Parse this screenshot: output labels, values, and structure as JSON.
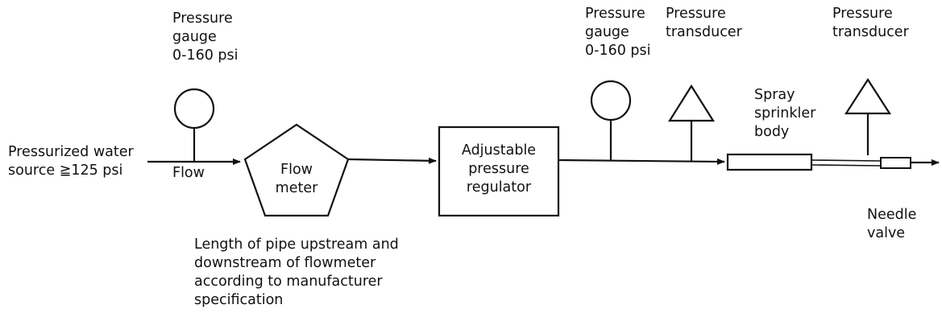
{
  "source": {
    "line1": "Pressurized water",
    "line2": "source ≧125 psi"
  },
  "flow_label": "Flow",
  "gauge_1": {
    "line1": "Pressure",
    "line2": "gauge",
    "line3": "0-160 psi"
  },
  "flow_meter": {
    "line1": "Flow",
    "line2": "meter"
  },
  "pipe_note": {
    "line1": "Length of pipe upstream and",
    "line2": "downstream of flowmeter",
    "line3": "according to manufacturer",
    "line4": "specification"
  },
  "regulator": {
    "line1": "Adjustable",
    "line2": "pressure",
    "line3": "regulator"
  },
  "gauge_2": {
    "line1": "Pressure",
    "line2": "gauge",
    "line3": "0-160 psi"
  },
  "transducer_1": {
    "line1": "Pressure",
    "line2": "transducer"
  },
  "sprinkler": {
    "line1": "Spray",
    "line2": "sprinkler",
    "line3": "body"
  },
  "transducer_2": {
    "line1": "Pressure",
    "line2": "transducer"
  },
  "needle_valve": {
    "line1": "Needle",
    "line2": "valve"
  }
}
